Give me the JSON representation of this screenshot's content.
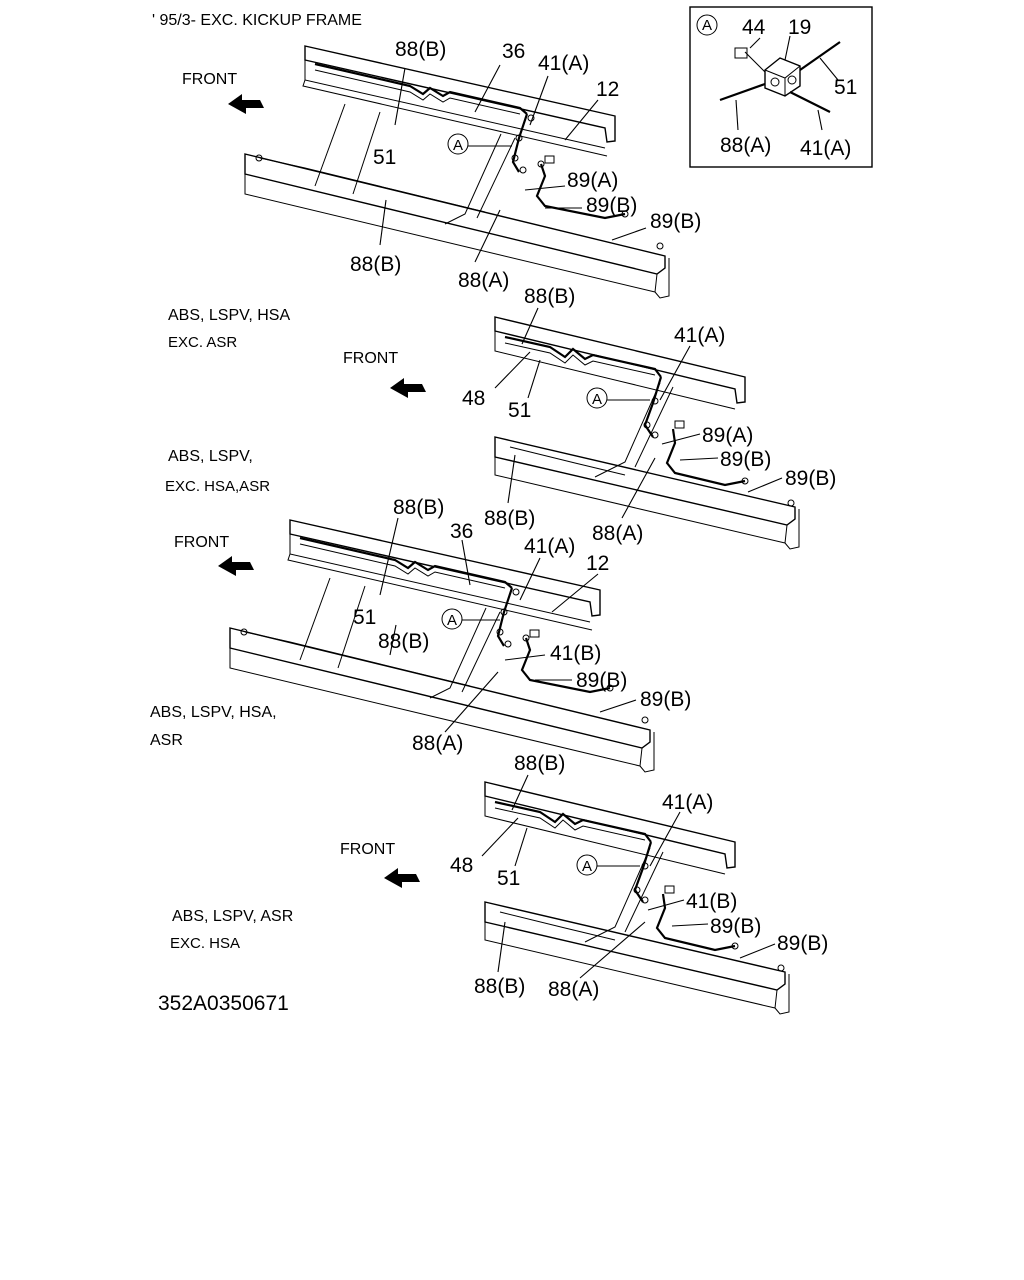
{
  "header": {
    "title": "' 95/3-  EXC. KICKUP FRAME"
  },
  "front_label": "FRONT",
  "callout_letter": "A",
  "drawing_number": "352A0350671",
  "detail_a": {
    "labels": [
      "44",
      "19",
      "51",
      "88(A)",
      "41(A)"
    ]
  },
  "variant1": {
    "labels": [
      "88(B)",
      "36",
      "41(A)",
      "12",
      "51",
      "89(A)",
      "89(B)",
      "89(B)",
      "88(B)",
      "88(A)"
    ]
  },
  "variant2": {
    "caption_line1": "ABS, LSPV, HSA",
    "caption_line2": "EXC. ASR",
    "labels": [
      "88(B)",
      "41(A)",
      "48",
      "51",
      "89(A)",
      "89(B)",
      "89(B)",
      "88(B)",
      "88(A)"
    ]
  },
  "variant3": {
    "caption_line1": "ABS, LSPV,",
    "caption_line2": "EXC. HSA,ASR",
    "labels": [
      "88(B)",
      "36",
      "41(A)",
      "12",
      "51",
      "88(B)",
      "41(B)",
      "89(B)",
      "89(B)",
      "88(A)"
    ]
  },
  "variant4": {
    "caption_line1": "ABS, LSPV, HSA,",
    "caption_line2": "ASR",
    "labels": [
      "88(B)",
      "41(A)",
      "48",
      "51",
      "41(B)",
      "89(B)",
      "89(B)",
      "88(B)",
      "88(A)"
    ]
  },
  "variant5": {
    "caption_line1": "ABS, LSPV, ASR",
    "caption_line2": "EXC. HSA"
  }
}
